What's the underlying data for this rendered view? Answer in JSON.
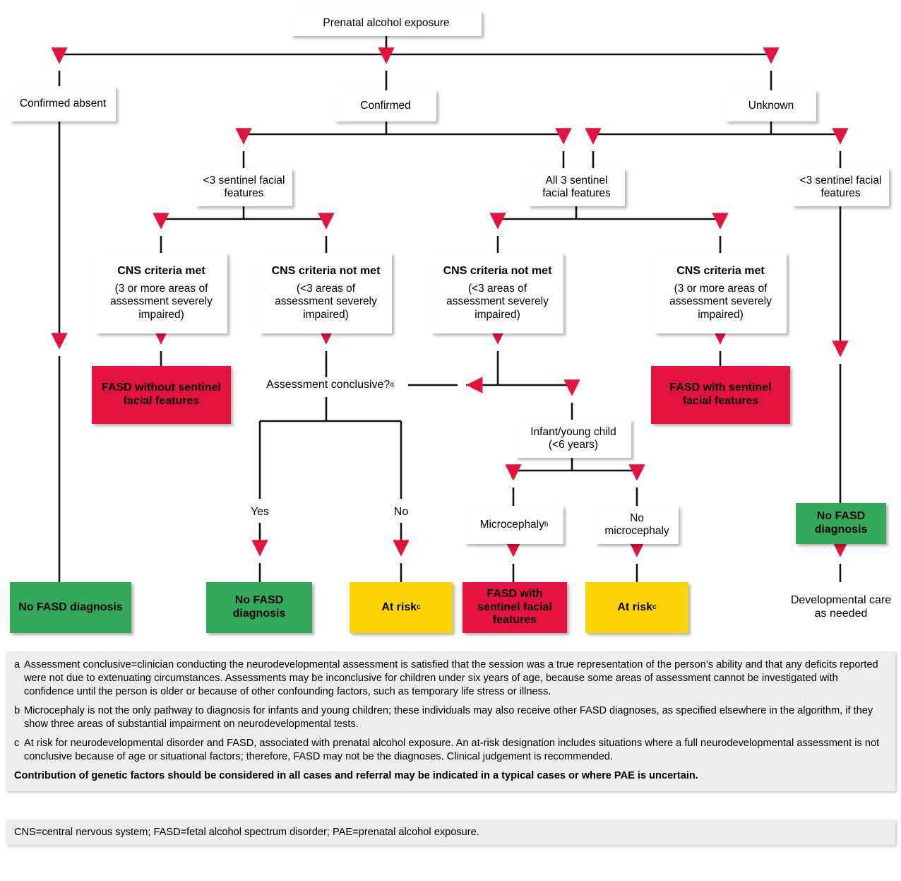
{
  "colors": {
    "red": "#E3123F",
    "green": "#34A95B",
    "yellow": "#FCD307",
    "box": "#FFFFFF",
    "footnote_bg": "#EDEDED",
    "line": "#111111"
  },
  "flow": {
    "root": {
      "label": "Prenatal alcohol exposure"
    },
    "level1": [
      {
        "id": "confirmed-absent",
        "label": "Confirmed absent"
      },
      {
        "id": "confirmed",
        "label": "Confirmed"
      },
      {
        "id": "unknown",
        "label": "Unknown"
      }
    ],
    "level2": [
      {
        "id": "lt3-left",
        "label": "<3 sentinel facial features"
      },
      {
        "id": "all3",
        "label": "All 3 sentinel facial features"
      },
      {
        "id": "lt3-right",
        "label": "<3 sentinel facial features"
      }
    ],
    "cns": [
      {
        "id": "cns-met-1",
        "head": "CNS criteria met",
        "body": "(3 or more areas of assessment severely impaired)"
      },
      {
        "id": "cns-notmet-1",
        "head": "CNS criteria not met",
        "body": "(<3 areas of assessment severely impaired)"
      },
      {
        "id": "cns-notmet-2",
        "head": "CNS criteria not met",
        "body": "(<3 areas of assessment severely impaired)"
      },
      {
        "id": "cns-met-2",
        "head": "CNS criteria met",
        "body": "(3 or more areas of assessment severely impaired)"
      }
    ],
    "decision": {
      "id": "assessment-conclusive",
      "label": "Assessment conclusive?",
      "marker": "a"
    },
    "branch_labels": {
      "yes": "Yes",
      "no": "No"
    },
    "infant": {
      "id": "infant-young-child",
      "line1": "Infant/young child",
      "line2": "(<6 years)"
    },
    "micro": [
      {
        "id": "microcephaly",
        "label": "Microcephaly",
        "marker": "b"
      },
      {
        "id": "no-microcephaly",
        "label": "No microcephaly"
      }
    ],
    "outcomes": [
      {
        "id": "fasd-without-sentinel",
        "label": "FASD without sentinel facial features",
        "color": "red"
      },
      {
        "id": "fasd-with-sentinel-right",
        "label": "FASD with sentinel facial features",
        "color": "red"
      },
      {
        "id": "no-fasd-left",
        "label": "No FASD diagnosis",
        "color": "green"
      },
      {
        "id": "no-fasd-yes",
        "label": "No FASD diagnosis",
        "color": "green"
      },
      {
        "id": "at-risk-no",
        "label": "At risk",
        "marker": "c",
        "color": "yellow"
      },
      {
        "id": "fasd-with-sentinel-infant",
        "label": "FASD with sentinel facial features",
        "color": "red"
      },
      {
        "id": "at-risk-nomicro",
        "label": "At risk",
        "marker": "c",
        "color": "yellow"
      },
      {
        "id": "no-fasd-right",
        "label": "No FASD diagnosis",
        "color": "green"
      }
    ],
    "developmental_care": {
      "id": "developmental-care",
      "label": "Developmental care as needed"
    }
  },
  "footnotes": [
    {
      "marker": "a",
      "text": "Assessment conclusive=clinician conducting the neurodevelopmental assessment is satisfied that the session was a true representation of the person’s ability and that any deficits reported were not due to extenuating circumstances. Assessments may be inconclusive for children under six years of age, because some areas of assessment cannot be investigated with confidence until the person is older or because of other confounding factors, such as temporary life stress or illness."
    },
    {
      "marker": "b",
      "text": "Microcephaly is not the only pathway to diagnosis for infants and young children; these individuals may also receive other FASD diagnoses, as specified elsewhere in the algorithm, if they show three areas of substantial impairment on neurodevelopmental tests."
    },
    {
      "marker": "c",
      "text": "At risk for neurodevelopmental disorder and FASD, associated with prenatal alcohol exposure. An at-risk designation includes situations where a full neurodevelopmental assessment is not conclusive because of age or situational factors; therefore, FASD may not be the diagnoses. Clinical judgement is recommended."
    }
  ],
  "footnote_bold": "Contribution of genetic factors should be considered in all cases and referral may be indicated in a typical cases or where PAE is uncertain.",
  "abbreviations": "CNS=central nervous system; FASD=fetal alcohol spectrum disorder; PAE=prenatal alcohol exposure."
}
